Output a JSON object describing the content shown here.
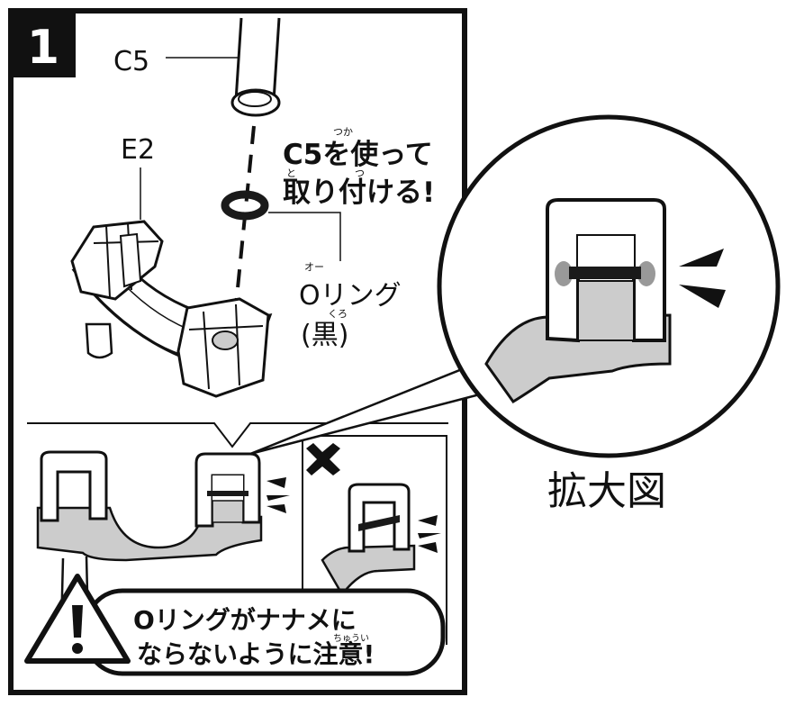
{
  "step": {
    "number": "1"
  },
  "parts": {
    "c5": "C5",
    "e2": "E2",
    "oring_ruby": "オー",
    "oring": "Oリング",
    "oring_color": "(黒)",
    "oring_color_ruby": "くろ"
  },
  "instruction": {
    "line1": "C5を使って",
    "line2": "取り付ける!",
    "ruby_tsuka": "つか",
    "ruby_to": "と",
    "ruby_tsu": "つ"
  },
  "zoom": {
    "label": "拡大図"
  },
  "warning": {
    "line1": "Oリングがナナメに",
    "line2": "ならないように注意!",
    "ruby": "ちゅうい"
  },
  "colors": {
    "panel_gray": "#cccccc",
    "ink": "#111111",
    "ring": "#1a1a1a"
  }
}
